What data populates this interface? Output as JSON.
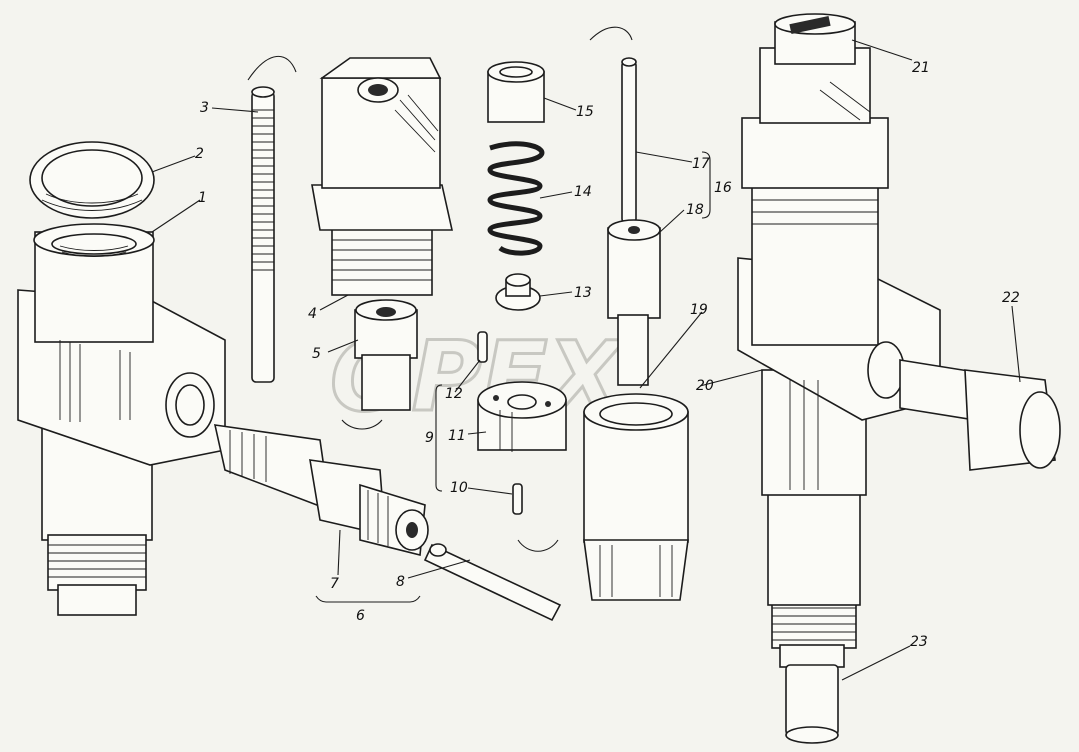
{
  "watermark": {
    "text": "OPEX"
  },
  "callouts": [
    {
      "id": "c1",
      "label": "1"
    },
    {
      "id": "c2",
      "label": "2"
    },
    {
      "id": "c3",
      "label": "3"
    },
    {
      "id": "c4",
      "label": "4"
    },
    {
      "id": "c5",
      "label": "5"
    },
    {
      "id": "c6",
      "label": "6"
    },
    {
      "id": "c7",
      "label": "7"
    },
    {
      "id": "c8",
      "label": "8"
    },
    {
      "id": "c9",
      "label": "9"
    },
    {
      "id": "c10",
      "label": "10"
    },
    {
      "id": "c11",
      "label": "11"
    },
    {
      "id": "c12",
      "label": "12"
    },
    {
      "id": "c13",
      "label": "13"
    },
    {
      "id": "c14",
      "label": "14"
    },
    {
      "id": "c15",
      "label": "15"
    },
    {
      "id": "c16",
      "label": "16"
    },
    {
      "id": "c17",
      "label": "17"
    },
    {
      "id": "c18",
      "label": "18"
    },
    {
      "id": "c19",
      "label": "19"
    },
    {
      "id": "c20",
      "label": "20"
    },
    {
      "id": "c21",
      "label": "21"
    },
    {
      "id": "c22",
      "label": "22"
    },
    {
      "id": "c23",
      "label": "23"
    }
  ]
}
